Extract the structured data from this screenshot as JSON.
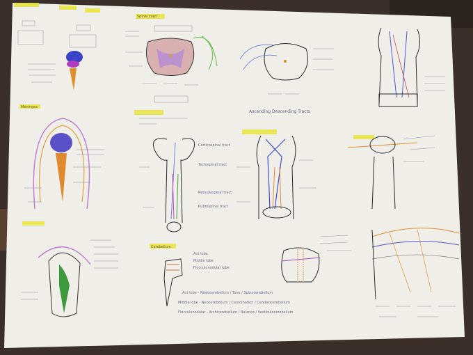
{
  "sections": {
    "spinal_cord": {
      "heading": "Spinal cord"
    },
    "ascending_descending": {
      "caption": "Ascending Descending Tracts"
    },
    "cerebellum": {
      "heading": "Cerebellum",
      "labels": [
        "Ant lobe",
        "Middle lobe",
        "Flocculonodular lobe"
      ],
      "notes": [
        "Ant lobe - Paleocerebellum / Tone / Spinocerebellum",
        "Middle lobe - Neocerebellum / Coordination / Cerebrocerebellum",
        "Flocculonodular - Archicerebellum / Balance / Vestibulocerebellum"
      ]
    },
    "descending_tracts": {
      "labels": [
        "Corticospinal tract",
        "Tectospinal tract",
        "Rubrospinal tract",
        "Reticulospinal tract"
      ]
    },
    "meninges": {
      "heading": "Meninges"
    }
  },
  "colors": {
    "paper": "#f2f1ec",
    "highlight": "#e9e83a",
    "ink": "#2a2a30",
    "label_ink": "#6a6f8c"
  }
}
